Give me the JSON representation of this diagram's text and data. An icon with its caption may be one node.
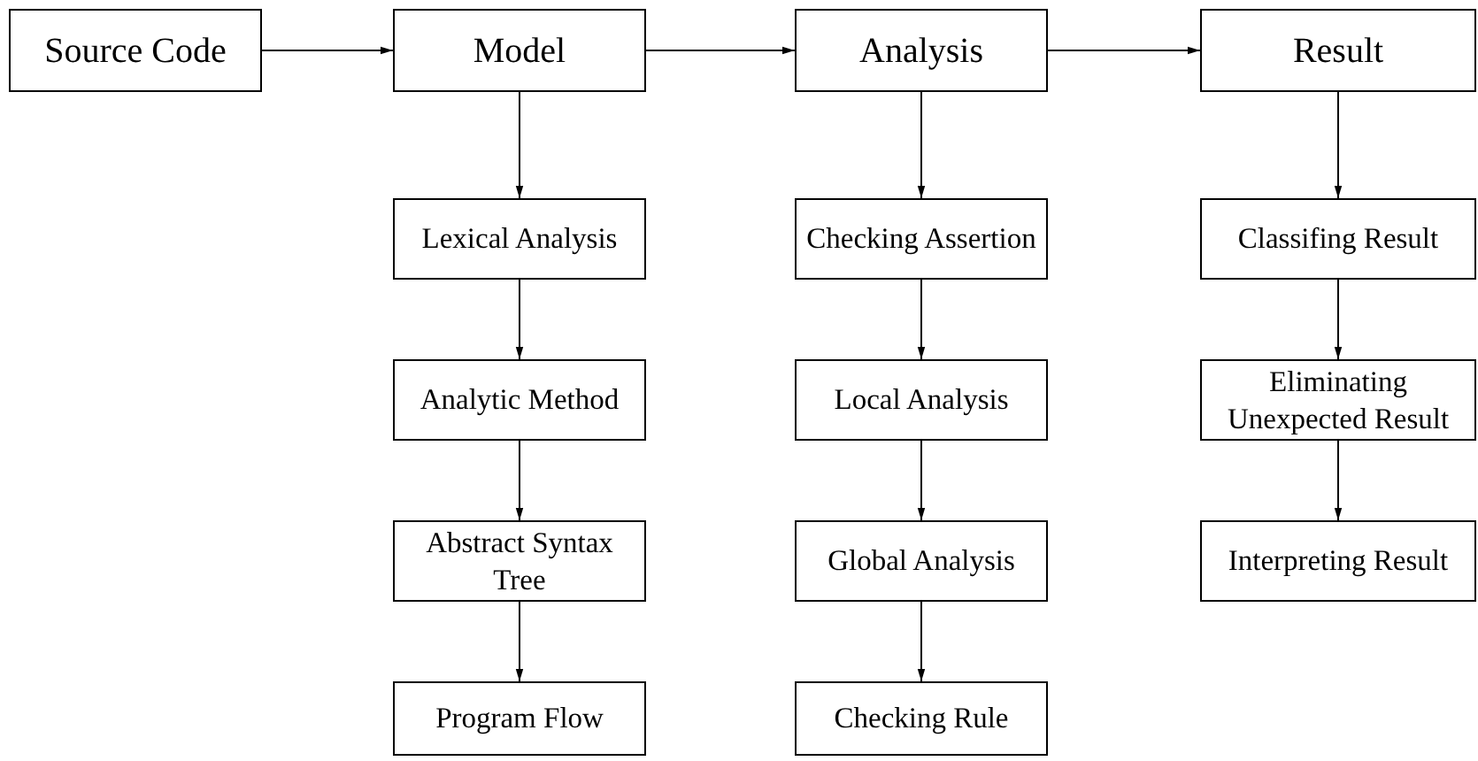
{
  "diagram": {
    "nodes": [
      {
        "text": [
          "Source Code"
        ]
      },
      {
        "text": [
          "Model"
        ]
      },
      {
        "text": [
          "Analysis"
        ]
      },
      {
        "text": [
          "Result"
        ]
      },
      {
        "text": [
          "Lexical Analysis"
        ]
      },
      {
        "text": [
          "Analytic Method"
        ]
      },
      {
        "text": [
          "Abstract Syntax Tree"
        ]
      },
      {
        "text": [
          "Program Flow"
        ]
      },
      {
        "text": [
          "Checking Assertion"
        ]
      },
      {
        "text": [
          "Local Analysis"
        ]
      },
      {
        "text": [
          "Global Analysis"
        ]
      },
      {
        "text": [
          "Checking Rule"
        ]
      },
      {
        "text": [
          "Classifing Result"
        ]
      },
      {
        "text": [
          "Eliminating Unexpected Result"
        ]
      },
      {
        "text": [
          "Interpreting Result"
        ]
      }
    ],
    "edges": [
      {
        "from": 0,
        "to": 1,
        "arrow": "to"
      },
      {
        "from": 1,
        "to": 2,
        "arrow": "to"
      },
      {
        "from": 2,
        "to": 3,
        "arrow": "to"
      },
      {
        "from": 1,
        "to": 4,
        "arrow": "to"
      },
      {
        "from": 4,
        "to": 5,
        "arrow": "to"
      },
      {
        "from": 5,
        "to": 6,
        "arrow": "to"
      },
      {
        "from": 6,
        "to": 7,
        "arrow": "to"
      },
      {
        "from": 2,
        "to": 8,
        "arrow": "to"
      },
      {
        "from": 8,
        "to": 9,
        "arrow": "to"
      },
      {
        "from": 9,
        "to": 10,
        "arrow": "to"
      },
      {
        "from": 10,
        "to": 11,
        "arrow": "to"
      },
      {
        "from": 3,
        "to": 12,
        "arrow": "to"
      },
      {
        "from": 12,
        "to": 13,
        "arrow": "to"
      },
      {
        "from": 13,
        "to": 14,
        "arrow": "to"
      }
    ]
  }
}
